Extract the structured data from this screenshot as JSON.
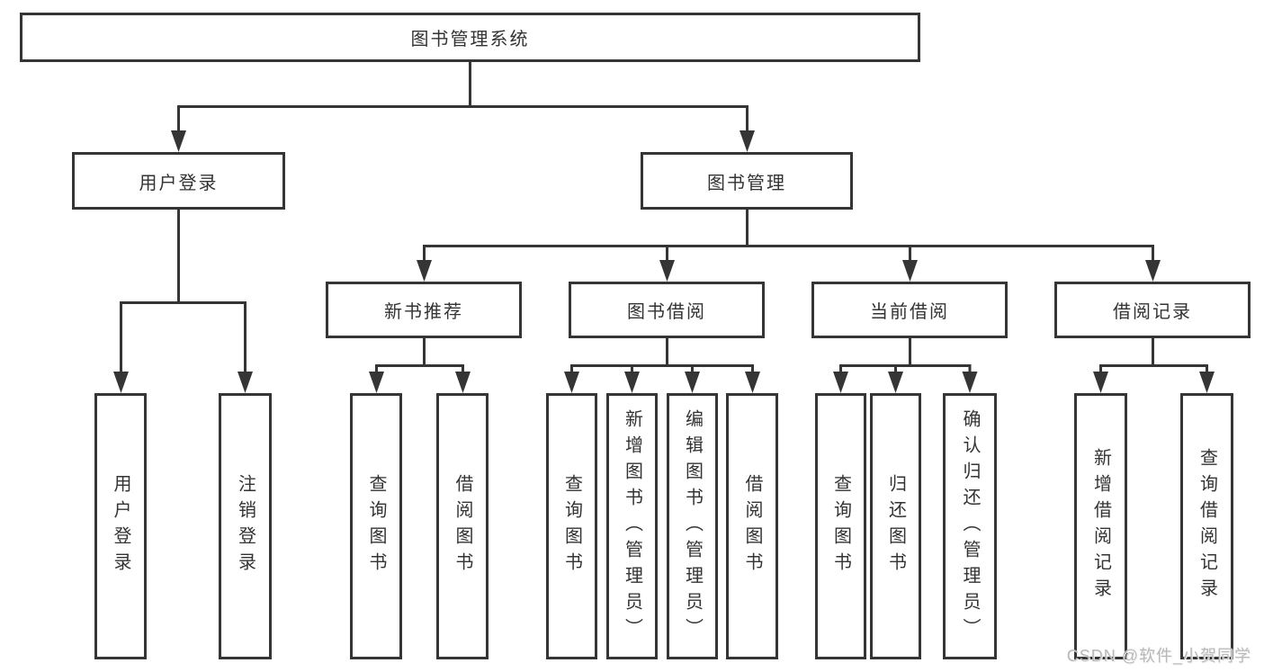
{
  "colors": {
    "line": "#353535",
    "box_border": "#353535",
    "text": "#333333",
    "box_background": "#ffffff",
    "page_background": "#ffffff",
    "watermark": "#b9b9b9"
  },
  "tree": {
    "type": "hierarchy",
    "root": {
      "label": "图书管理系统"
    },
    "level2": [
      {
        "label": "用户登录",
        "parent": "图书管理系统"
      },
      {
        "label": "图书管理",
        "parent": "图书管理系统"
      }
    ],
    "level3": [
      {
        "label": "新书推荐",
        "parent": "图书管理"
      },
      {
        "label": "图书借阅",
        "parent": "图书管理"
      },
      {
        "label": "当前借阅",
        "parent": "图书管理"
      },
      {
        "label": "借阅记录",
        "parent": "图书管理"
      }
    ],
    "leaves": [
      {
        "label": "用户登录",
        "parent": "用户登录"
      },
      {
        "label": "注销登录",
        "parent": "用户登录"
      },
      {
        "label": "查询图书",
        "parent": "新书推荐"
      },
      {
        "label": "借阅图书",
        "parent": "新书推荐"
      },
      {
        "label": "查询图书",
        "parent": "图书借阅"
      },
      {
        "label": "新增图书（管理员）",
        "parent": "图书借阅"
      },
      {
        "label": "编辑图书（管理员）",
        "parent": "图书借阅"
      },
      {
        "label": "借阅图书",
        "parent": "图书借阅"
      },
      {
        "label": "查询图书",
        "parent": "当前借阅"
      },
      {
        "label": "归还图书",
        "parent": "当前借阅"
      },
      {
        "label": "确认归还（管理员）",
        "parent": "当前借阅"
      },
      {
        "label": "新增借阅记录",
        "parent": "借阅记录"
      },
      {
        "label": "查询借阅记录",
        "parent": "借阅记录"
      }
    ]
  },
  "watermark": {
    "text": "CSDN @软件_小贺同学"
  }
}
